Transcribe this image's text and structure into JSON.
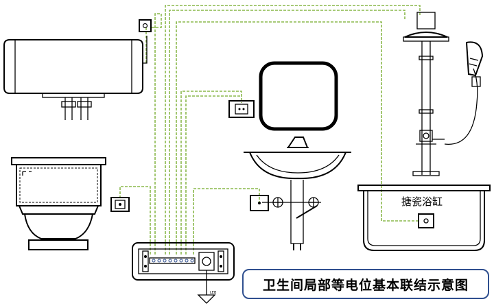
{
  "diagram": {
    "title": "卫生间局部等电位基本联结示意图",
    "bathtub_label": "搪瓷浴缸",
    "ground_label": "LEB"
  },
  "colors": {
    "bonding_wire": "#8ab84c",
    "title_border": "#2f4f8f",
    "outline": "#000000"
  },
  "icons": [
    "water-heater-icon",
    "toilet-icon",
    "washbasin-icon",
    "mirror-icon",
    "shower-icon",
    "bathtub-icon",
    "socket-icon",
    "bonding-terminal-box-icon",
    "ground-symbol-icon"
  ]
}
